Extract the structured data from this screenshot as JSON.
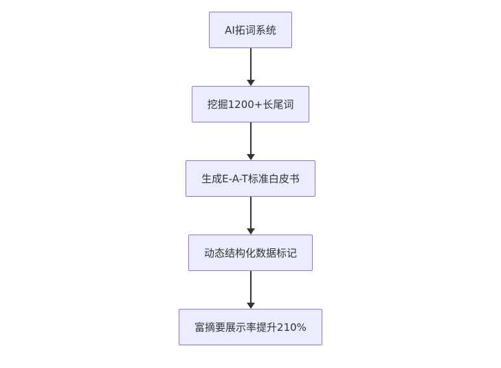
{
  "diagram": {
    "type": "flowchart",
    "direction": "top-down",
    "nodes": [
      {
        "id": "node-1",
        "label": "AI拓词系统"
      },
      {
        "id": "node-2",
        "label": "挖掘1200+长尾词"
      },
      {
        "id": "node-3",
        "label": "生成E-A-T标准白皮书"
      },
      {
        "id": "node-4",
        "label": "动态结构化数据标记"
      },
      {
        "id": "node-5",
        "label": "富摘要展示率提升210%"
      }
    ],
    "edges": [
      {
        "from": "node-1",
        "to": "node-2"
      },
      {
        "from": "node-2",
        "to": "node-3"
      },
      {
        "from": "node-3",
        "to": "node-4"
      },
      {
        "from": "node-4",
        "to": "node-5"
      }
    ],
    "colors": {
      "node_fill": "#ececff",
      "node_border": "#9370db",
      "node_text": "#333333",
      "arrow": "#333333",
      "background": "#ffffff"
    }
  }
}
